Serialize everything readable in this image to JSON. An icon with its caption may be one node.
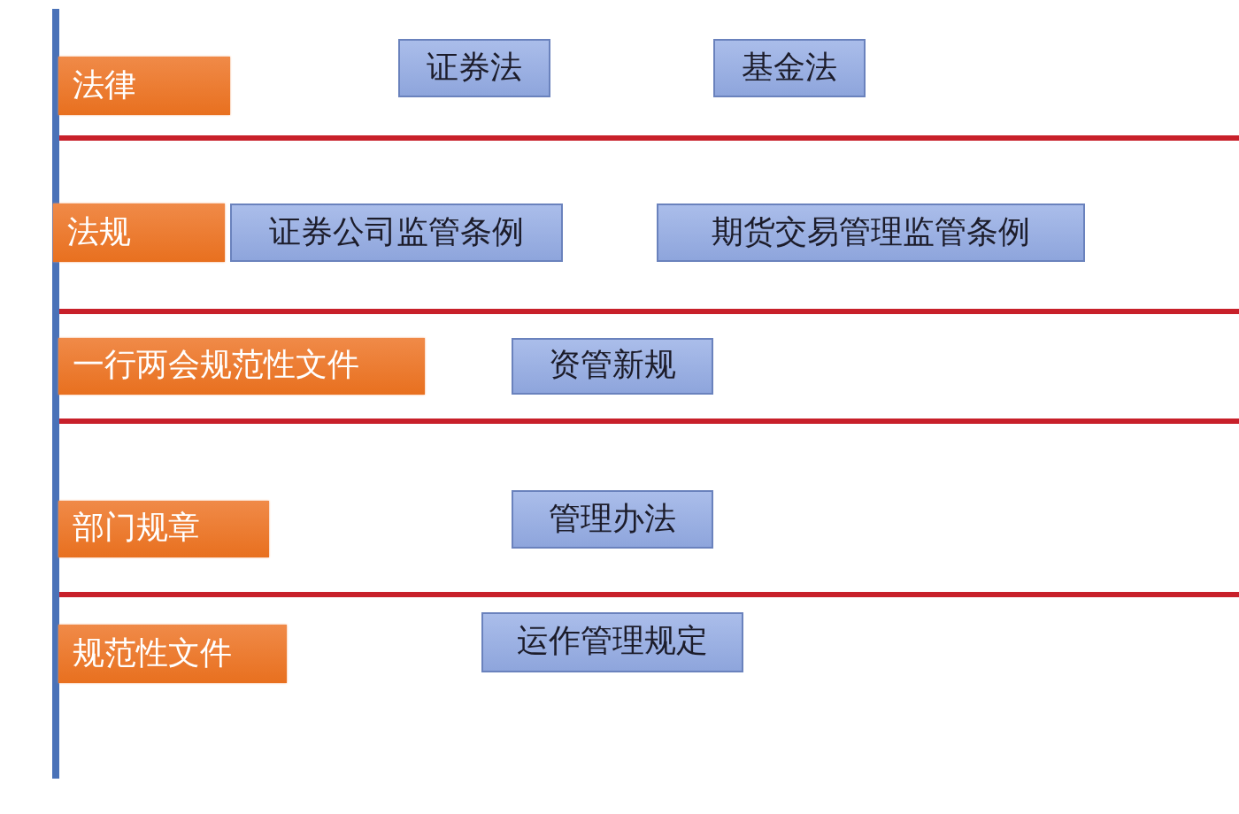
{
  "diagram": {
    "nodes": [
      {
        "text": [
          "法律"
        ]
      },
      {
        "text": [
          "证券法"
        ]
      },
      {
        "text": [
          "基金法"
        ]
      },
      {
        "text": [
          "法规"
        ]
      },
      {
        "text": [
          "证券公司监管条例"
        ]
      },
      {
        "text": [
          "期货交易管理监管条例"
        ]
      },
      {
        "text": [
          "一行两会规范性文件"
        ]
      },
      {
        "text": [
          "资管新规"
        ]
      },
      {
        "text": [
          "部门规章"
        ]
      },
      {
        "text": [
          "管理办法"
        ]
      },
      {
        "text": [
          "规范性文件"
        ]
      },
      {
        "text": [
          "运作管理规定"
        ]
      }
    ]
  }
}
